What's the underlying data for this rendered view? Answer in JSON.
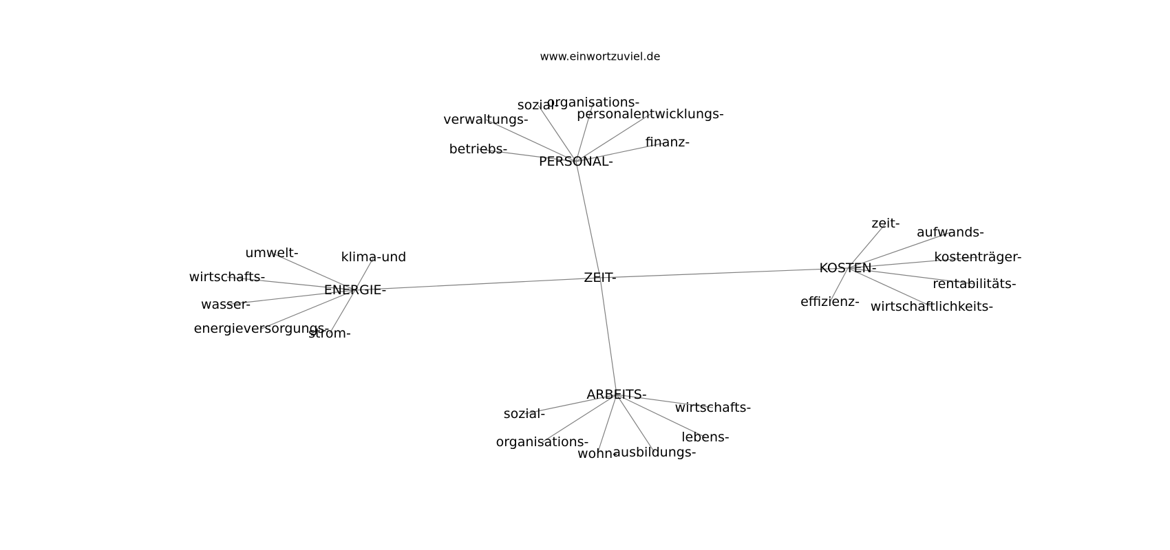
{
  "header": {
    "site_text": "www.einwortzuviel.de"
  },
  "graph": {
    "center": {
      "id": "zeit",
      "label": "ZEIT-"
    },
    "hubs": [
      {
        "id": "personal",
        "label": "PERSONAL-",
        "leaves": [
          {
            "id": "personal-sozial",
            "label": "sozial-"
          },
          {
            "id": "personal-organisations",
            "label": "organisations-"
          },
          {
            "id": "personal-personalentwicklungs",
            "label": "personalentwicklungs-"
          },
          {
            "id": "personal-verwaltungs",
            "label": "verwaltungs-"
          },
          {
            "id": "personal-finanz",
            "label": "finanz-"
          },
          {
            "id": "personal-betriebs",
            "label": "betriebs-"
          }
        ]
      },
      {
        "id": "energie",
        "label": "ENERGIE-",
        "leaves": [
          {
            "id": "energie-umwelt",
            "label": "umwelt-"
          },
          {
            "id": "energie-klima-und",
            "label": "klima-und"
          },
          {
            "id": "energie-wirtschafts",
            "label": "wirtschafts-"
          },
          {
            "id": "energie-wasser",
            "label": "wasser-"
          },
          {
            "id": "energie-energieversorgungs",
            "label": "energieversorgungs-"
          },
          {
            "id": "energie-strom",
            "label": "strom-"
          }
        ]
      },
      {
        "id": "kosten",
        "label": "KOSTEN-",
        "leaves": [
          {
            "id": "kosten-zeit",
            "label": "zeit-"
          },
          {
            "id": "kosten-aufwands",
            "label": "aufwands-"
          },
          {
            "id": "kosten-kostentraeger",
            "label": "kostenträger-"
          },
          {
            "id": "kosten-rentabilitaets",
            "label": "rentabilitäts-"
          },
          {
            "id": "kosten-effizienz",
            "label": "effizienz-"
          },
          {
            "id": "kosten-wirtschaftlichkeits",
            "label": "wirtschaftlichkeits-"
          }
        ]
      },
      {
        "id": "arbeits",
        "label": "ARBEITS-",
        "leaves": [
          {
            "id": "arbeits-wirtschafts",
            "label": "wirtschafts-"
          },
          {
            "id": "arbeits-sozial",
            "label": "sozial-"
          },
          {
            "id": "arbeits-lebens",
            "label": "lebens-"
          },
          {
            "id": "arbeits-organisations",
            "label": "organisations-"
          },
          {
            "id": "arbeits-ausbildungs",
            "label": "ausbildungs-"
          },
          {
            "id": "arbeits-wohn",
            "label": "wohn-"
          }
        ]
      }
    ]
  },
  "colors": {
    "edge": "#808080",
    "text": "#000000",
    "background": "#ffffff"
  }
}
